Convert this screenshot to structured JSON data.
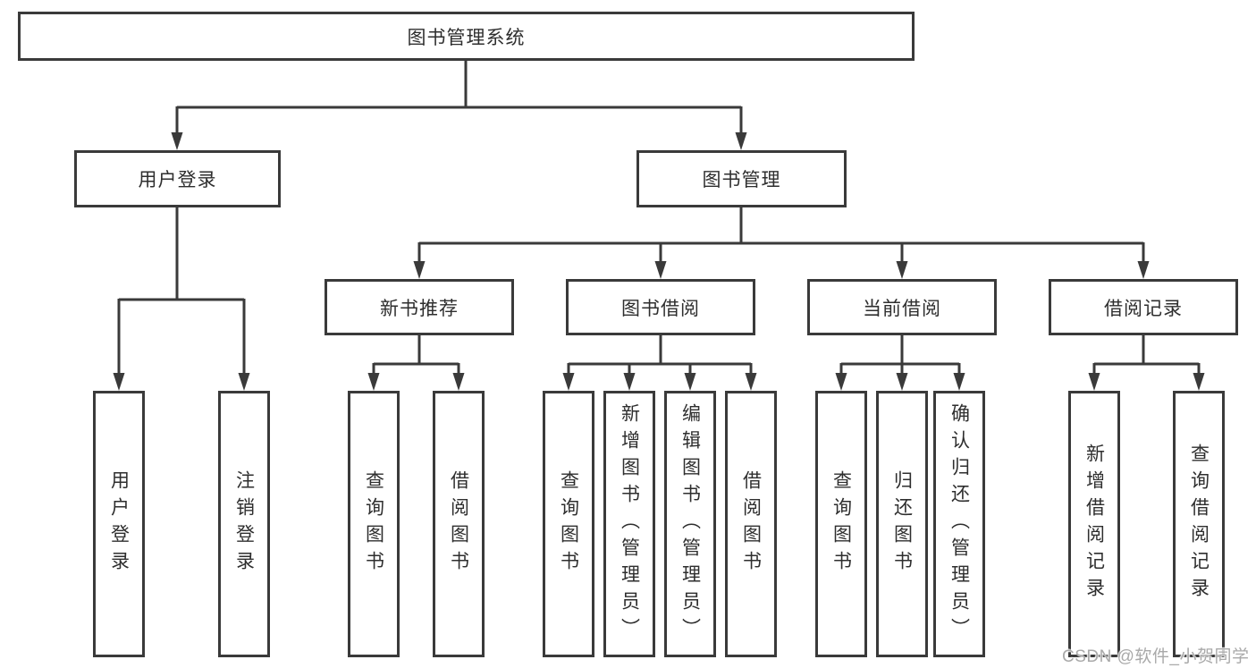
{
  "tree": {
    "label": "图书管理系统",
    "children": [
      {
        "label": "用户登录",
        "children": [
          {
            "label": "用户登录"
          },
          {
            "label": "注销登录"
          }
        ]
      },
      {
        "label": "图书管理",
        "children": [
          {
            "label": "新书推荐",
            "children": [
              {
                "label": "查询图书"
              },
              {
                "label": "借阅图书"
              }
            ]
          },
          {
            "label": "图书借阅",
            "children": [
              {
                "label": "查询图书"
              },
              {
                "label": "新增图书（管理员）"
              },
              {
                "label": "编辑图书（管理员）"
              },
              {
                "label": "借阅图书"
              }
            ]
          },
          {
            "label": "当前借阅",
            "children": [
              {
                "label": "查询图书"
              },
              {
                "label": "归还图书"
              },
              {
                "label": "确认归还（管理员）"
              }
            ]
          },
          {
            "label": "借阅记录",
            "children": [
              {
                "label": "新增借阅记录"
              },
              {
                "label": "查询借阅记录"
              }
            ]
          }
        ]
      }
    ]
  },
  "watermark": {
    "text": "CSDN @软件_小贺同学"
  },
  "colors": {
    "line": "#3a3a3a",
    "box_border": "#3a3a3a",
    "box_background": "#ffffff",
    "text": "#2e2e2e",
    "watermark_text": "#a9a9a9",
    "page_background": "#ffffff"
  }
}
